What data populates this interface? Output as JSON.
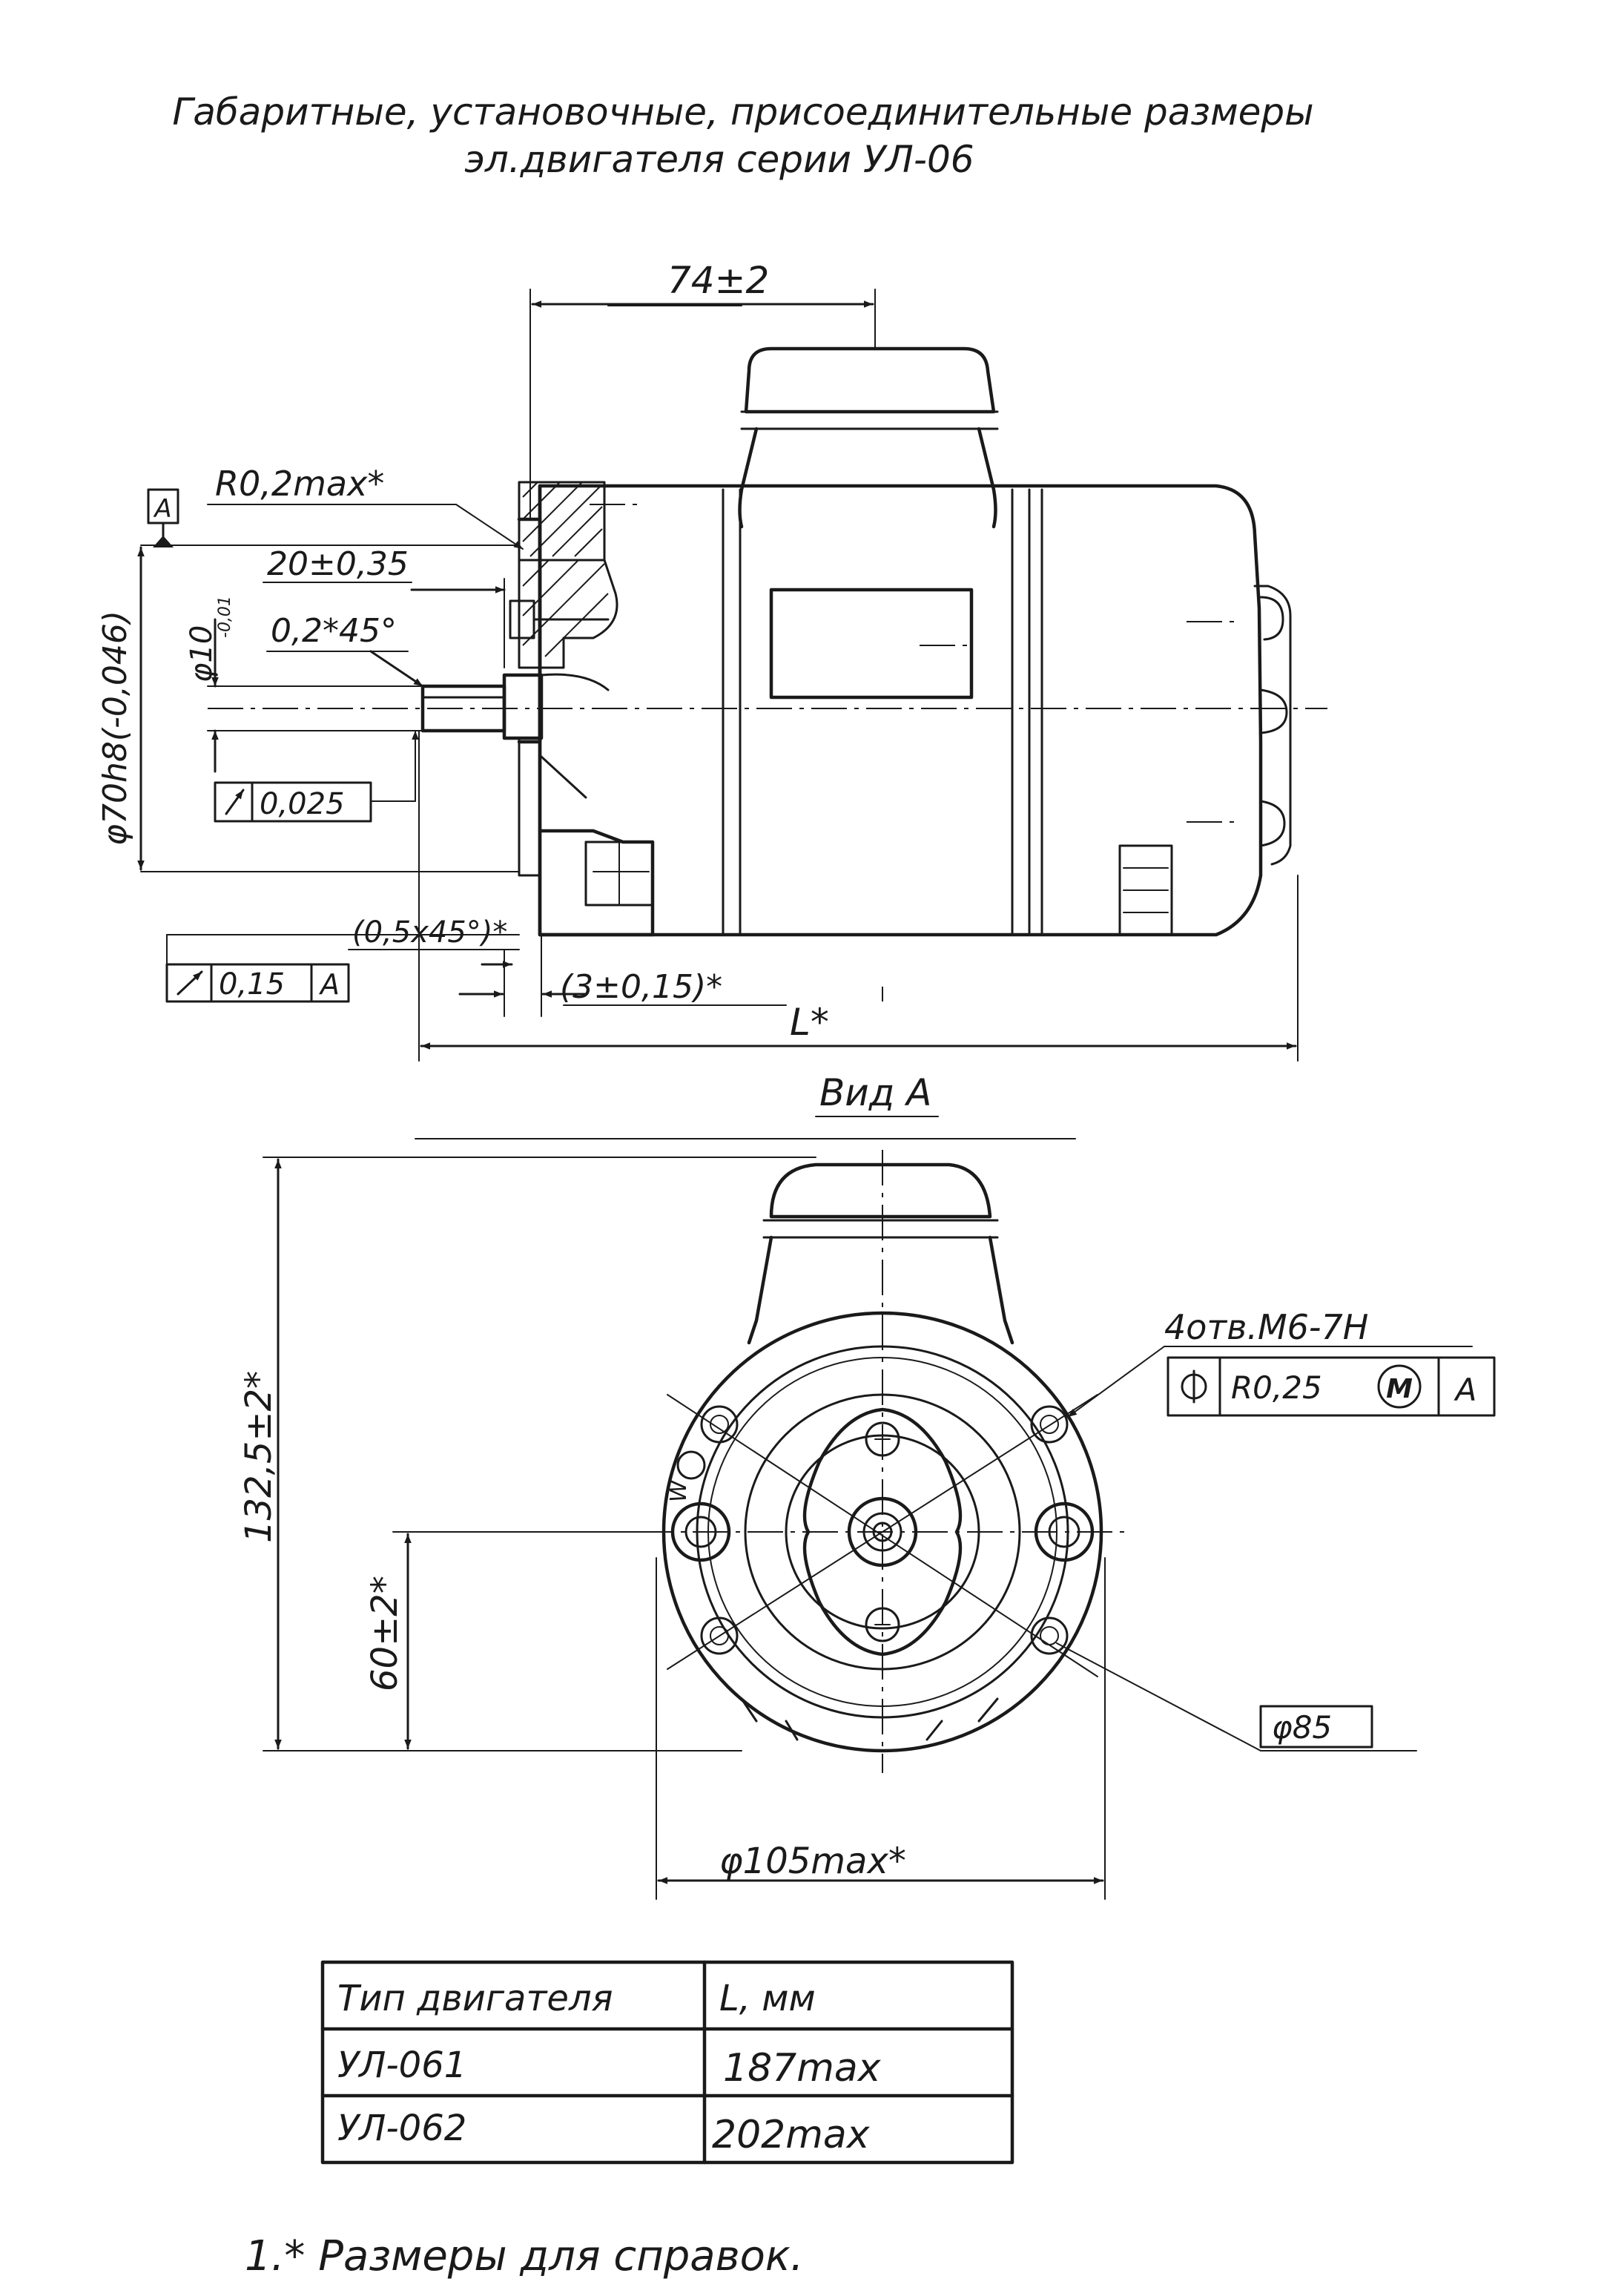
{
  "title": {
    "line1": "Габаритные, установочные, присоединительные размеры",
    "line2": "эл.двигателя серии УЛ-06"
  },
  "side_view": {
    "dim_top": "74±2",
    "radius_note": "R0,2max*",
    "datum": "A",
    "dia_shaft_flange": "φ70h8(-0,046)",
    "dia_shaft": "φ10",
    "dim_20": "20±0,35",
    "chamfer_02": "0,2*45°",
    "runout_value": "0,025",
    "frame_value": "0,15",
    "frame_datum": "A",
    "chamfer_05": "(0,5x45°)*",
    "dim_3": "(3±0,15)*",
    "dim_L": "L*"
  },
  "view_a": {
    "title": "Вид А",
    "dim_height": "132,5±2*",
    "dim_axis_height": "60±2*",
    "holes_note": "4отв.М6-7Н",
    "position_tol": "R0,25",
    "modifier": "M",
    "datum": "A",
    "bolt_circle": "φ85",
    "dia_max": "φ105max*",
    "mark": "W"
  },
  "table": {
    "headers": [
      "Тип двигателя",
      "L, мм"
    ],
    "rows": [
      [
        "УЛ-061",
        "187max"
      ],
      [
        "УЛ-062",
        "202max"
      ]
    ]
  },
  "note": "1.* Размеры для справок."
}
